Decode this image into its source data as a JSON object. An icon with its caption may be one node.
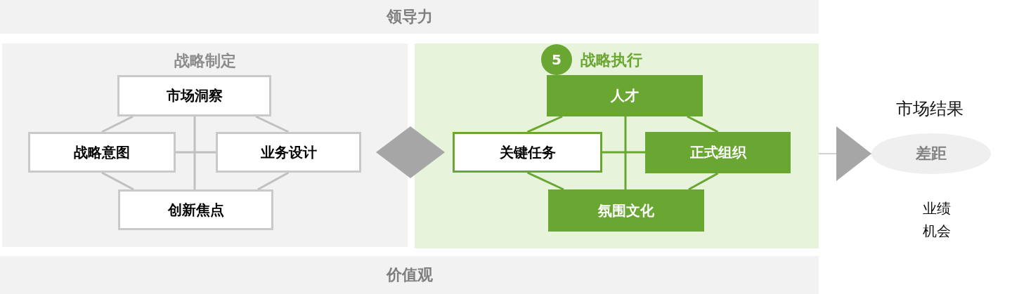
{
  "diagram": {
    "nodes": [
      {
        "text": [
          "领导力"
        ]
      },
      {
        "text": [
          "战略制定"
        ]
      },
      {
        "text": [
          "市场洞察"
        ],
        "in": 1
      },
      {
        "text": [
          "战略意图"
        ],
        "in": 1
      },
      {
        "text": [
          "业务设计"
        ],
        "in": 1
      },
      {
        "text": [
          "创新焦点"
        ],
        "in": 1
      },
      {
        "text": [],
        "shape": "diamond"
      },
      {
        "text": [
          "战略执行"
        ]
      },
      {
        "text": [
          "5"
        ],
        "in": 7
      },
      {
        "text": [
          "人才"
        ],
        "in": 7
      },
      {
        "text": [
          "关键任务"
        ],
        "in": 7
      },
      {
        "text": [
          "正式组织"
        ],
        "in": 7
      },
      {
        "text": [
          "氛围文化"
        ],
        "in": 7
      },
      {
        "text": [
          "差距"
        ]
      },
      {
        "text": [
          "价值观"
        ]
      }
    ],
    "edges": [
      {
        "from": 2,
        "to": 3,
        "arrow": "none"
      },
      {
        "from": 2,
        "to": 4,
        "arrow": "none"
      },
      {
        "from": 2,
        "to": 5,
        "arrow": "none"
      },
      {
        "from": 3,
        "to": 4,
        "arrow": "none"
      },
      {
        "from": 3,
        "to": 5,
        "arrow": "none"
      },
      {
        "from": 4,
        "to": 5,
        "arrow": "none"
      },
      {
        "from": 9,
        "to": 10,
        "arrow": "none",
        "color": "#6aa632"
      },
      {
        "from": 9,
        "to": 11,
        "arrow": "none",
        "color": "#6aa632"
      },
      {
        "from": 9,
        "to": 12,
        "arrow": "none",
        "color": "#6aa632"
      },
      {
        "from": 10,
        "to": 11,
        "arrow": "none",
        "color": "#6aa632"
      },
      {
        "from": 10,
        "to": 12,
        "arrow": "none",
        "color": "#6aa632"
      },
      {
        "from": 11,
        "to": 12,
        "arrow": "none",
        "color": "#6aa632"
      },
      {
        "from": 7,
        "to": 13,
        "arrow": "to"
      }
    ],
    "labels": [
      "市场结果",
      "业绩",
      "机会"
    ]
  }
}
